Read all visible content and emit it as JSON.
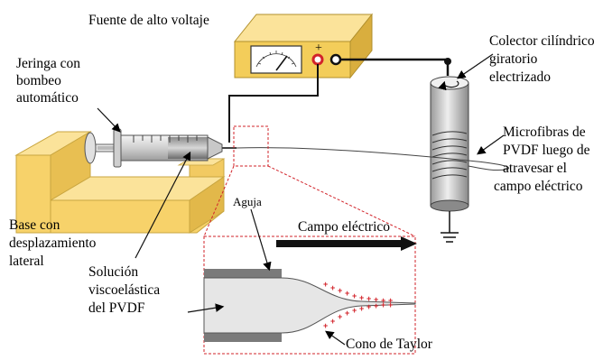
{
  "labels": {
    "power_supply": "Fuente de alto voltaje",
    "plus_sign": "+",
    "syringe": [
      "Jeringa con",
      "bombeo",
      "automático"
    ],
    "collector": [
      "Colector cilíndrico",
      "giratorio",
      "electrizado"
    ],
    "microfibers": [
      "Microfibras de",
      "PVDF luego de",
      "atravesar el",
      "campo eléctrico"
    ],
    "base": [
      "Base con",
      "desplazamiento",
      "lateral"
    ],
    "needle": "Aguja",
    "electric_field": "Campo eléctrico",
    "solution": [
      "Solución",
      "viscoelástica",
      "del PVDF"
    ],
    "taylor_cone": "Cono de Taylor"
  },
  "colors": {
    "base": "#f7d26a",
    "base_shadow": "#e2b84a",
    "power_supply": "#f3cd5a",
    "meter": "#ffffff",
    "terminal": "#d2232a",
    "collector_light": "#e8e8e8",
    "collector_dark": "#9a9a9a",
    "syringe_barrel": "#d9d9d9",
    "charge_marks": "#d2232a",
    "zoom_border": "#d2232a",
    "liquid": "#e6e6e6",
    "needle_walls": "#7a7a7a"
  }
}
